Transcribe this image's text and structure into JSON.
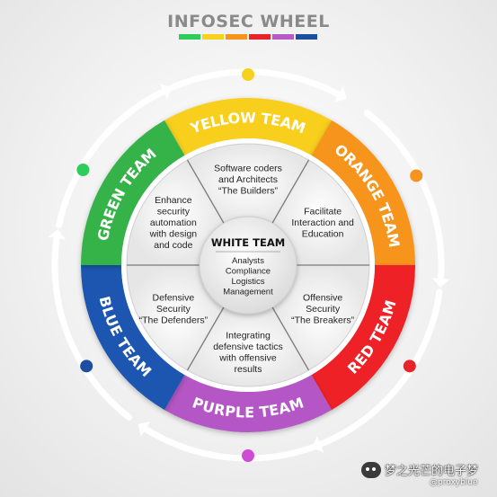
{
  "title": "INFOSEC WHEEL",
  "legend_colors": [
    "#2ecc5a",
    "#f6d21e",
    "#f7941d",
    "#e8232a",
    "#b65ac8",
    "#1c4fa0"
  ],
  "outer_teams": [
    {
      "label": "YELLOW TEAM",
      "color": "#f7cf1a"
    },
    {
      "label": "ORANGE TEAM",
      "color": "#f7941d"
    },
    {
      "label": "RED TEAM",
      "color": "#ee2325"
    },
    {
      "label": "PURPLE TEAM",
      "color": "#b457c5"
    },
    {
      "label": "BLUE TEAM",
      "color": "#1e56b0"
    },
    {
      "label": "GREEN TEAM",
      "color": "#34b34a"
    }
  ],
  "inner_segments": [
    {
      "lines": [
        "Software coders",
        "and Architects",
        "“The Builders”"
      ]
    },
    {
      "lines": [
        "Facilitate",
        "Interaction and",
        "Education"
      ]
    },
    {
      "lines": [
        "Offensive",
        "Security",
        "“The Breakers”"
      ]
    },
    {
      "lines": [
        "Integrating",
        "defensive tactics",
        "with offensive",
        "results"
      ]
    },
    {
      "lines": [
        "Defensive",
        "Security",
        "“The Defenders”"
      ]
    },
    {
      "lines": [
        "Enhance",
        "security",
        "automation",
        "with design",
        "and code"
      ]
    }
  ],
  "center": {
    "title": "WHITE TEAM",
    "lines": [
      "Analysts",
      "Compliance",
      "Logistics",
      "Management"
    ]
  },
  "dots": [
    {
      "name": "yellow-dot",
      "color": "#f6d21e"
    },
    {
      "name": "orange-dot",
      "color": "#f7941d"
    },
    {
      "name": "red-dot",
      "color": "#e8232a"
    },
    {
      "name": "purple-dot",
      "color": "#cf4bd6"
    },
    {
      "name": "blue-dot",
      "color": "#1c4fa0"
    },
    {
      "name": "green-dot",
      "color": "#2ecc5a"
    }
  ],
  "watermark": {
    "text": "梦之光芒的电子梦",
    "sub": "@proxyblue"
  }
}
